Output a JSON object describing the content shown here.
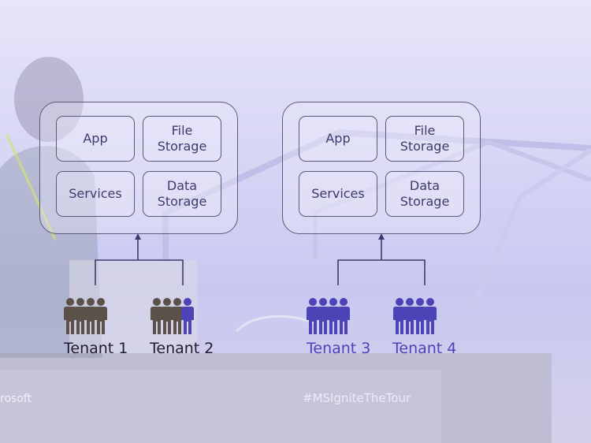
{
  "diagram": {
    "left_stack": {
      "tiles": {
        "app": "App",
        "file_storage": "File\nStorage",
        "services": "Services",
        "data_storage": "Data\nStorage"
      }
    },
    "right_stack": {
      "tiles": {
        "app": "App",
        "file_storage": "File\nStorage",
        "services": "Services",
        "data_storage": "Data\nStorage"
      }
    },
    "tenants": [
      {
        "label": "Tenant 1",
        "color": "#5b5149"
      },
      {
        "label": "Tenant 2",
        "color": "#5b5149"
      },
      {
        "label": "Tenant 3",
        "color": "#4b43b6"
      },
      {
        "label": "Tenant 4",
        "color": "#4b43b6"
      }
    ]
  },
  "stage": {
    "brand_fragment": "rosoft",
    "hashtag": "#MSIgniteTheTour"
  },
  "colors": {
    "stroke": "#5c5a7a",
    "tile_text": "#3e3b6e",
    "purple": "#4b43b6",
    "brown": "#5b5149"
  }
}
